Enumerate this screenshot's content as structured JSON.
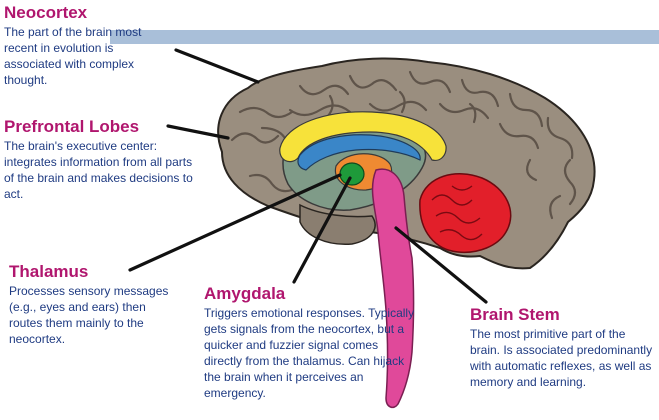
{
  "colors": {
    "title": "#b0166e",
    "body_text": "#1f3b82",
    "cortex": "#9a8e7f",
    "cortex_fold": "#6b5f53",
    "limbic_yellow": "#f7e23a",
    "corpus_blue": "#3a86c8",
    "thalamus_orange": "#ef8a32",
    "amygdala_green": "#1e9a3a",
    "brain_stem": "#e0499a",
    "cerebellum": "#e21f2a",
    "banner": "#a9bfd9",
    "pointer": "#111111"
  },
  "labels": {
    "neocortex": {
      "title": "Neocortex",
      "description": "The part of the brain most recent in evolution is associated with complex thought."
    },
    "prefrontal": {
      "title": "Prefrontal Lobes",
      "description": "The brain's executive center: integrates information from all parts of the brain and makes decisions to act."
    },
    "thalamus": {
      "title": "Thalamus",
      "description": "Processes sensory messages (e.g., eyes and ears) then routes them mainly to the neocortex."
    },
    "amygdala": {
      "title": "Amygdala",
      "description": "Triggers emotional responses. Typically gets signals from the neocortex, but a quicker and fuzzier signal comes directly from the thalamus. Can hijack the brain when it perceives an emergency."
    },
    "brainstem": {
      "title": "Brain Stem",
      "description": "The most primitive part of the brain. Is associated predominantly with automatic reflexes, as well as memory and learning."
    }
  }
}
